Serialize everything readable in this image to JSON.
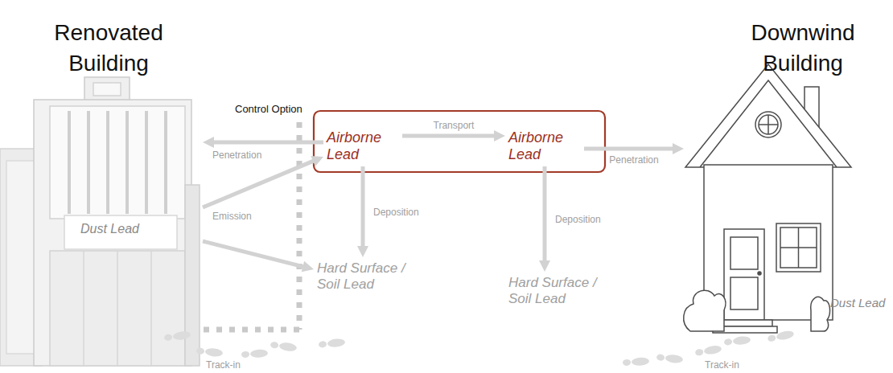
{
  "diagram": {
    "nodes": [
      {
        "text": [
          "Renovated Building",
          "Dust Lead"
        ]
      },
      {
        "text": [
          "Airborne Lead"
        ]
      },
      {
        "text": [
          "Airborne Lead"
        ]
      },
      {
        "text": [
          "Downwind Building",
          "Dust Lead"
        ]
      },
      {
        "text": [
          "Hard Surface / Soil Lead"
        ]
      },
      {
        "text": [
          "Hard Surface / Soil Lead"
        ]
      }
    ],
    "edges": [
      {
        "from": 1,
        "to": 0,
        "arrow": "to",
        "label": "Penetration"
      },
      {
        "from": 0,
        "to": 1,
        "arrow": "to",
        "label": "Emission"
      },
      {
        "from": 0,
        "to": 4,
        "arrow": "to"
      },
      {
        "from": 1,
        "to": 2,
        "arrow": "to",
        "label": "Transport"
      },
      {
        "from": 1,
        "to": 4,
        "arrow": "to",
        "label": "Deposition"
      },
      {
        "from": 2,
        "to": 5,
        "arrow": "to",
        "label": "Deposition"
      },
      {
        "from": 2,
        "to": 3,
        "arrow": "to",
        "label": "Penetration"
      }
    ],
    "labels": [
      "Control Option",
      "Track-in",
      "Track-in"
    ]
  }
}
